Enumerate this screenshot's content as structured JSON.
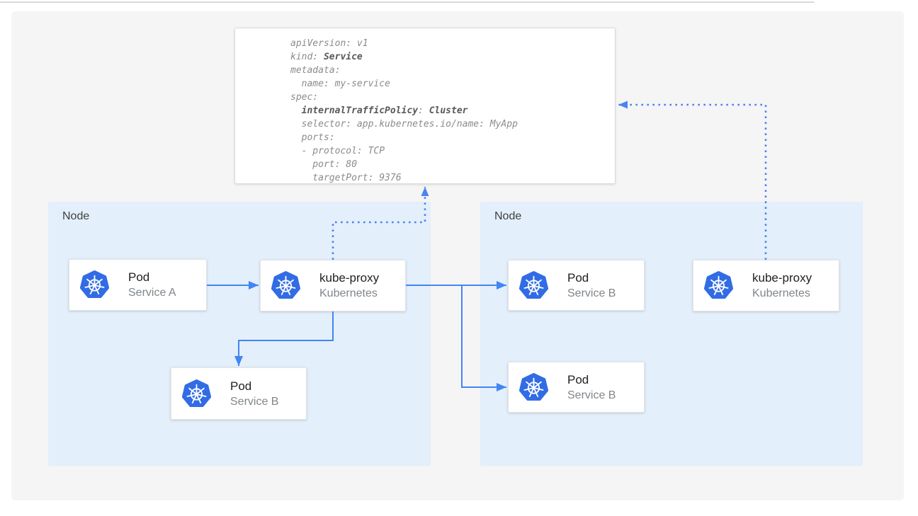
{
  "yaml_card": {
    "lines": [
      {
        "pre": "apiVersion: v1"
      },
      {
        "pre": "kind: ",
        "b1": "Service"
      },
      {
        "pre": "metadata:"
      },
      {
        "pre": "  name: my-service"
      },
      {
        "pre": "spec:"
      },
      {
        "pre": "  ",
        "b1": "internalTrafficPolicy",
        "mid": ": ",
        "b2": "Cluster"
      },
      {
        "pre": "  selector: app.kubernetes.io/name: MyApp"
      },
      {
        "pre": "  ports:"
      },
      {
        "pre": "  - protocol: TCP"
      },
      {
        "pre": "    port: 80"
      },
      {
        "pre": "    targetPort: 9376"
      }
    ]
  },
  "nodes": [
    {
      "label": "Node",
      "cards": [
        {
          "title": "Pod",
          "subtitle": "Service A",
          "icon": "kubernetes-wheel"
        },
        {
          "title": "kube-proxy",
          "subtitle": "Kubernetes",
          "icon": "kubernetes-wheel"
        },
        {
          "title": "Pod",
          "subtitle": "Service B",
          "icon": "kubernetes-wheel"
        }
      ]
    },
    {
      "label": "Node",
      "cards": [
        {
          "title": "Pod",
          "subtitle": "Service B",
          "icon": "kubernetes-wheel"
        },
        {
          "title": "Pod",
          "subtitle": "Service B",
          "icon": "kubernetes-wheel"
        },
        {
          "title": "kube-proxy",
          "subtitle": "Kubernetes",
          "icon": "kubernetes-wheel"
        }
      ]
    }
  ],
  "colors": {
    "arrow_solid": "#4285f4",
    "arrow_dotted": "#4c83ee",
    "node_fill": "#e3effb",
    "kubernetes_blue": "#326ce5",
    "panel_gray": "#f5f5f6"
  }
}
